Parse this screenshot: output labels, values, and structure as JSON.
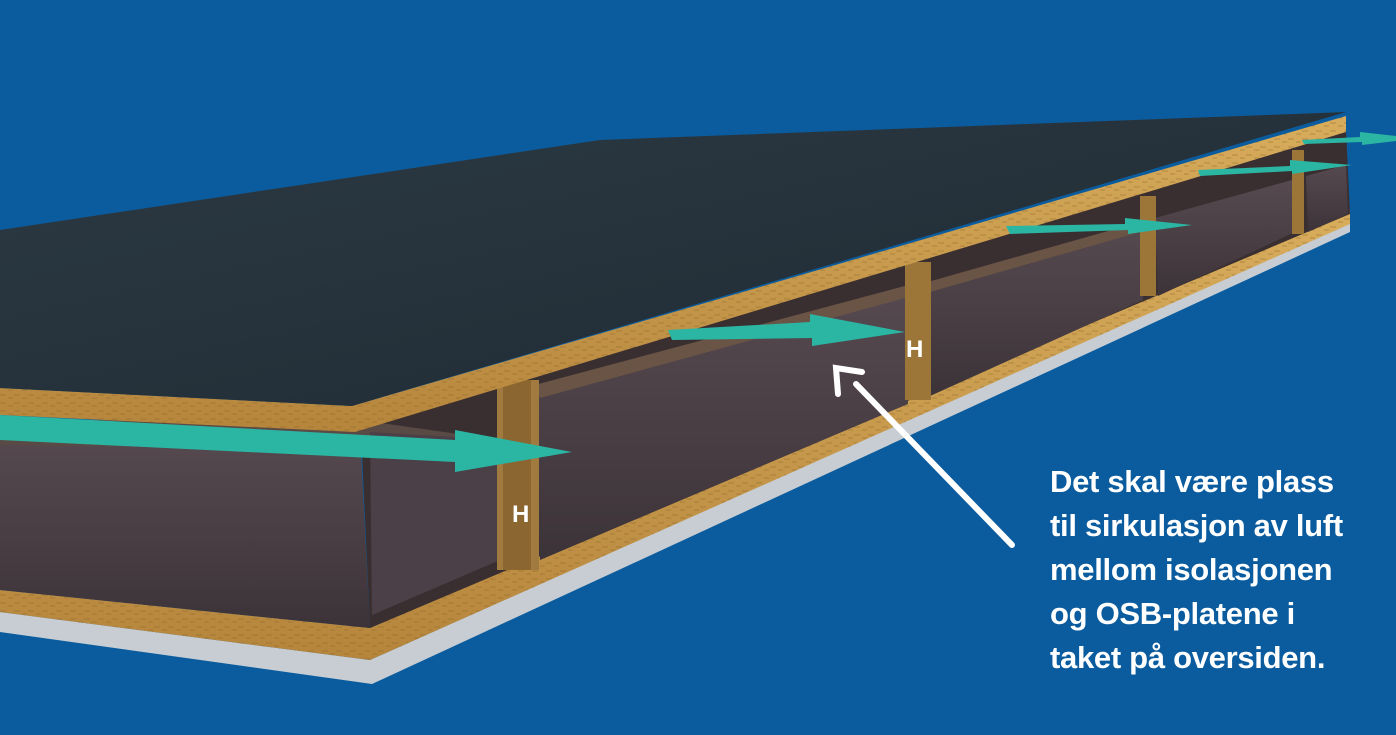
{
  "labels": {
    "joist_marker": "H"
  },
  "caption_lines": [
    "Det skal være plass",
    "til sirkulasjon av luft",
    "mellom isolasjonen",
    "og OSB-platene i",
    "taket på oversiden."
  ],
  "colors": {
    "background": "#0b5c9e",
    "roof_membrane": "#26333d",
    "osb": "#c89a4a",
    "insulation": "#4a4048",
    "airflow_arrow": "#2bb5a3",
    "pointer_arrow": "#ffffff",
    "ceiling_board": "#c7cdd2"
  }
}
